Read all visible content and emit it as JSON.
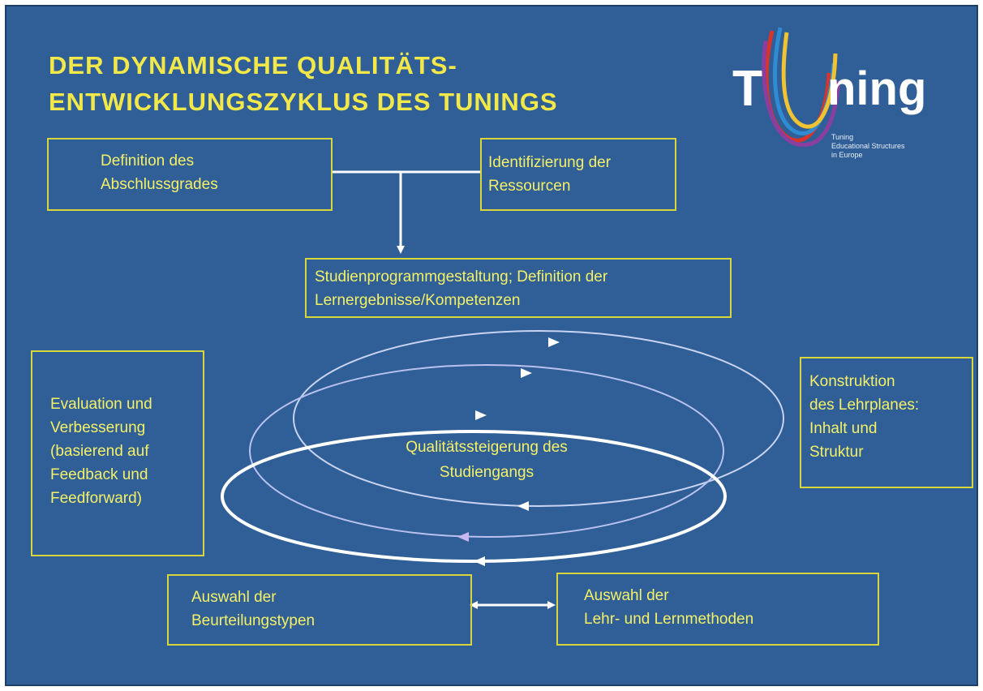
{
  "title": {
    "line1": "DER DYNAMISCHE QUALITÄTS-",
    "line2": "ENTWICKLUNGSZYKLUS DES TUNINGS"
  },
  "logo": {
    "letter_t": "T",
    "word": "ning",
    "subtitle_line1": "Tuning",
    "subtitle_line2": "Educational Structures",
    "subtitle_line3": "in Europe"
  },
  "boxes": {
    "definition": {
      "line1": "Definition des",
      "line2": "Abschlussgrades"
    },
    "resources": {
      "line1": "Identifizierung der",
      "line2": "Ressourcen"
    },
    "program": {
      "line1": "Studienprogrammgestaltung; Definition der",
      "line2": "Lernergebnisse/Kompetenzen"
    },
    "evaluation": {
      "line1": "Evaluation und",
      "line2": "Verbesserung",
      "line3": "(basierend auf",
      "line4": "Feedback und",
      "line5": "Feedforward)"
    },
    "construction": {
      "line1": "Konstruktion",
      "line2": "des Lehrplanes:",
      "line3": "Inhalt und",
      "line4": "Struktur"
    },
    "assessment": {
      "line1": "Auswahl der",
      "line2": "Beurteilungstypen"
    },
    "methods": {
      "line1": "Auswahl der",
      "line2": "Lehr- und Lernmethoden"
    }
  },
  "cycle": {
    "line1": "Qualitätssteigerung des",
    "line2": "Studiengangs"
  },
  "colors": {
    "background": "#2f5f96",
    "title": "#f2e84a",
    "box_border": "#d8d63a",
    "box_text": "#f4f068",
    "connector": "#ffffff"
  }
}
